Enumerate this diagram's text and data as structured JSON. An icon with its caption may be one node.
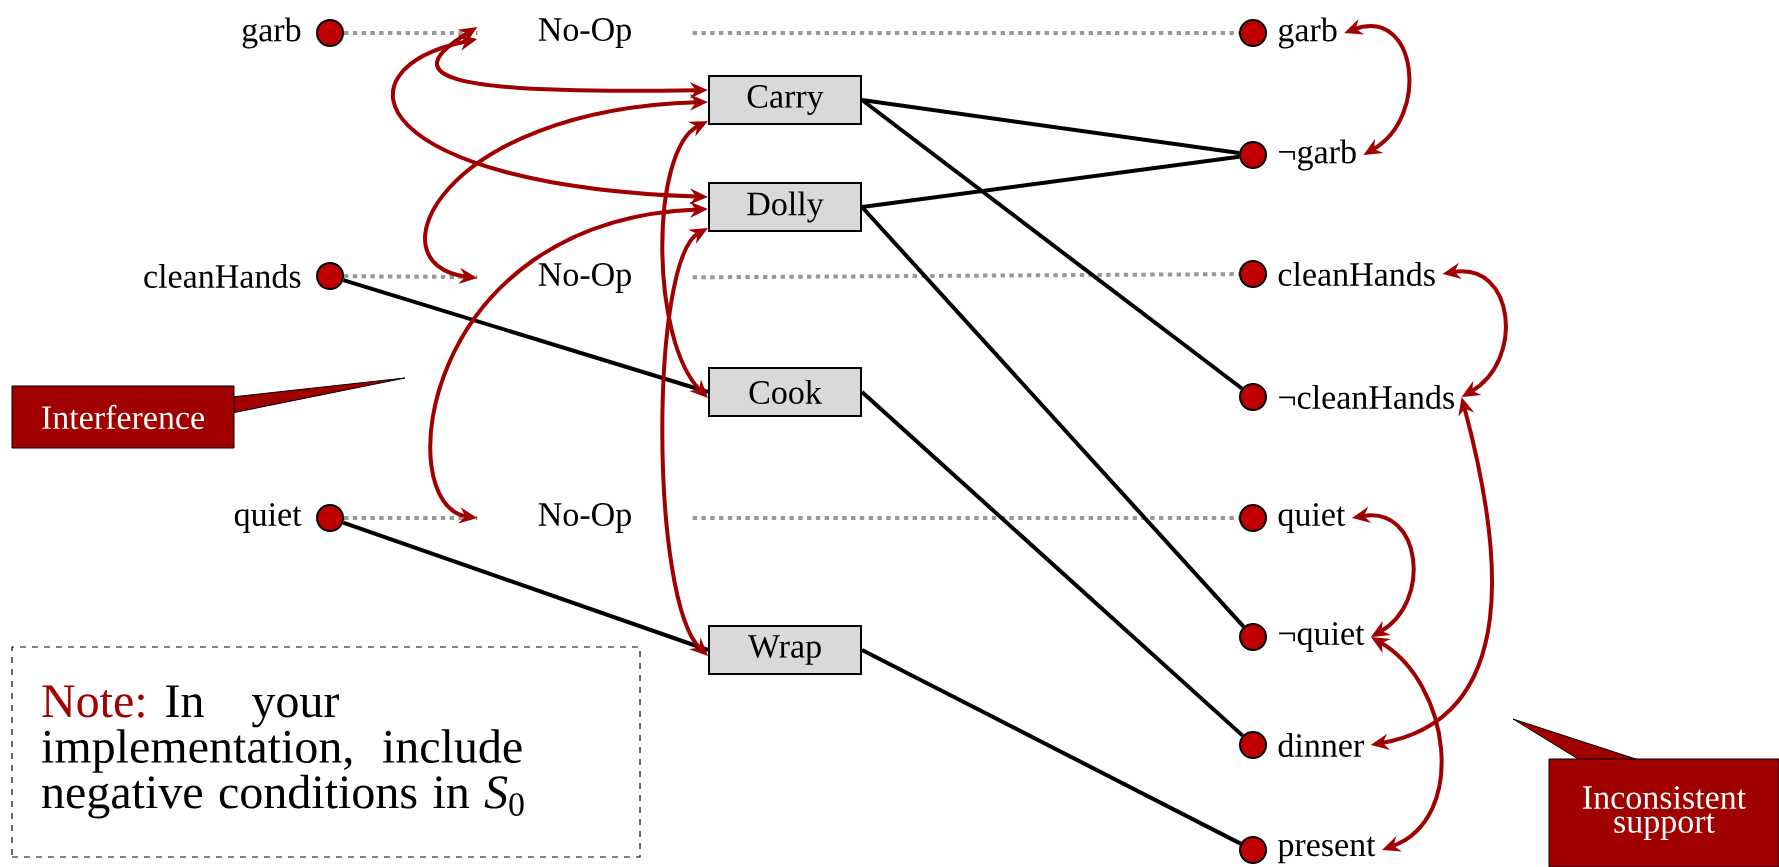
{
  "diagram": {
    "nodes": [
      {
        "text": [
          "garb"
        ]
      },
      {
        "text": [
          "No-Op"
        ]
      },
      {
        "text": [
          "garb"
        ]
      },
      {
        "text": [
          "Carry"
        ]
      },
      {
        "text": [
          "¬garb"
        ]
      },
      {
        "text": [
          "Dolly"
        ]
      },
      {
        "text": [
          "cleanHands"
        ]
      },
      {
        "text": [
          "No-Op"
        ]
      },
      {
        "text": [
          "cleanHands"
        ]
      },
      {
        "text": [
          "Cook"
        ]
      },
      {
        "text": [
          "¬cleanHands"
        ]
      },
      {
        "text": [
          "Interference"
        ]
      },
      {
        "text": [
          "quiet"
        ]
      },
      {
        "text": [
          "No-Op"
        ]
      },
      {
        "text": [
          "quiet"
        ]
      },
      {
        "text": [
          "¬quiet"
        ]
      },
      {
        "text": [
          "Wrap"
        ]
      },
      {
        "text": [
          "Note:",
          "In your implementation, include negative conditions in *S*$_{0}$"
        ]
      },
      {
        "text": [
          "dinner"
        ]
      },
      {
        "text": [
          "Inconsistent support"
        ]
      },
      {
        "text": [
          "present"
        ]
      }
    ],
    "edges": [
      {
        "from": 0,
        "to": 1,
        "arrow": "none",
        "style": "dashed",
        "color": "#999999"
      },
      {
        "from": 1,
        "to": 2,
        "arrow": "none",
        "style": "dashed",
        "color": "#999999"
      },
      {
        "from": 6,
        "to": 7,
        "arrow": "none",
        "style": "dashed",
        "color": "#999999"
      },
      {
        "from": 7,
        "to": 8,
        "arrow": "none",
        "style": "dashed",
        "color": "#999999"
      },
      {
        "from": 12,
        "to": 13,
        "arrow": "none",
        "style": "dashed",
        "color": "#999999"
      },
      {
        "from": 13,
        "to": 14,
        "arrow": "none",
        "style": "dashed",
        "color": "#999999"
      },
      {
        "from": 6,
        "to": 9,
        "arrow": "none",
        "color": "#000000"
      },
      {
        "from": 12,
        "to": 16,
        "arrow": "none",
        "color": "#000000"
      },
      {
        "from": 3,
        "to": 4,
        "arrow": "none",
        "color": "#000000"
      },
      {
        "from": 3,
        "to": 10,
        "arrow": "none",
        "color": "#000000"
      },
      {
        "from": 5,
        "to": 4,
        "arrow": "none",
        "color": "#000000"
      },
      {
        "from": 5,
        "to": 15,
        "arrow": "none",
        "color": "#000000"
      },
      {
        "from": 9,
        "to": 18,
        "arrow": "none",
        "color": "#000000"
      },
      {
        "from": 16,
        "to": 20,
        "arrow": "none",
        "color": "#000000"
      },
      {
        "from": 1,
        "to": 3,
        "arrow": "both",
        "color": "#a00000"
      },
      {
        "from": 1,
        "to": 5,
        "arrow": "both",
        "color": "#a00000"
      },
      {
        "from": 3,
        "to": 7,
        "arrow": "both",
        "color": "#a00000"
      },
      {
        "from": 5,
        "to": 13,
        "arrow": "both",
        "color": "#a00000"
      },
      {
        "from": 3,
        "to": 9,
        "arrow": "both",
        "color": "#a00000"
      },
      {
        "from": 5,
        "to": 16,
        "arrow": "both",
        "color": "#a00000"
      },
      {
        "from": 2,
        "to": 4,
        "arrow": "both",
        "color": "#a00000"
      },
      {
        "from": 8,
        "to": 10,
        "arrow": "both",
        "color": "#a00000"
      },
      {
        "from": 14,
        "to": 15,
        "arrow": "both",
        "color": "#a00000"
      },
      {
        "from": 15,
        "to": 20,
        "arrow": "both",
        "color": "#a00000"
      },
      {
        "from": 10,
        "to": 18,
        "arrow": "both",
        "color": "#a00000"
      }
    ]
  }
}
